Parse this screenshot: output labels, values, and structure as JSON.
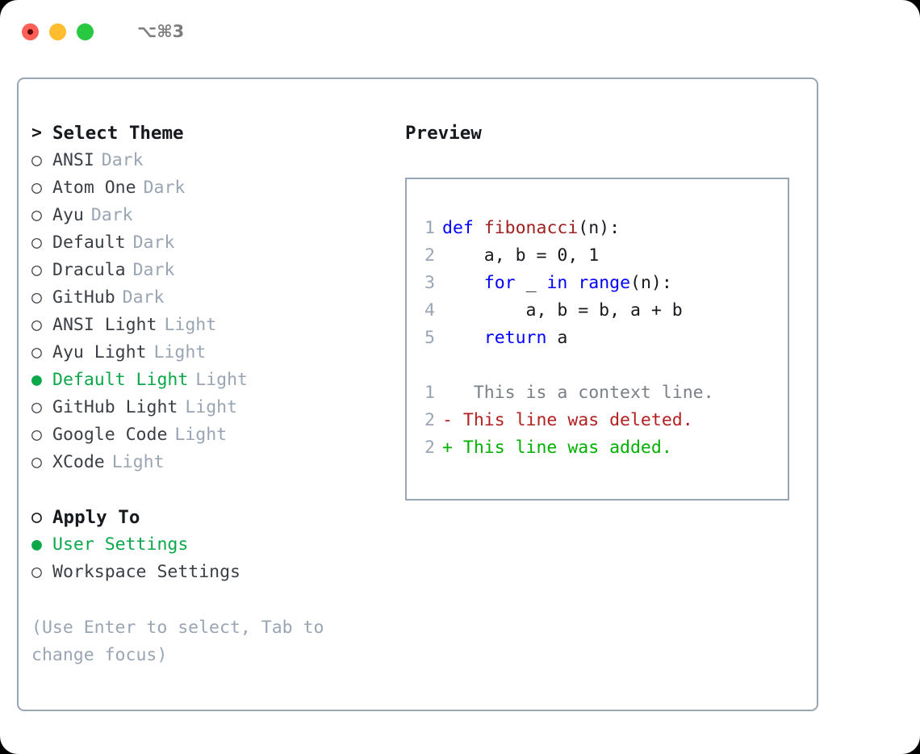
{
  "titlebar": {
    "shortcut": "⌥⌘3",
    "lights": [
      {
        "name": "close",
        "color": "#ff5f57"
      },
      {
        "name": "minimize",
        "color": "#febc2e"
      },
      {
        "name": "zoom",
        "color": "#28c840"
      }
    ]
  },
  "colors": {
    "selected_green": "#0aa84a",
    "muted": "#9aa5b4",
    "text": "#3a3f46",
    "keyword_blue": "#0000ff",
    "function_red": "#a02020",
    "diff_added": "#00b000",
    "diff_deleted": "#b32020",
    "border": "#9aa5b4"
  },
  "theme_picker": {
    "heading": "Select Theme",
    "heading_marker": ">",
    "marker_selected": "●",
    "marker_unselected": "○",
    "items": [
      {
        "label": "ANSI",
        "variant": "Dark",
        "selected": false
      },
      {
        "label": "Atom One",
        "variant": "Dark",
        "selected": false
      },
      {
        "label": "Ayu",
        "variant": "Dark",
        "selected": false
      },
      {
        "label": "Default",
        "variant": "Dark",
        "selected": false
      },
      {
        "label": "Dracula",
        "variant": "Dark",
        "selected": false
      },
      {
        "label": "GitHub",
        "variant": "Dark",
        "selected": false
      },
      {
        "label": "ANSI Light",
        "variant": "Light",
        "selected": false
      },
      {
        "label": "Ayu Light",
        "variant": "Light",
        "selected": false
      },
      {
        "label": "Default Light",
        "variant": "Light",
        "selected": true
      },
      {
        "label": "GitHub Light",
        "variant": "Light",
        "selected": false
      },
      {
        "label": "Google Code",
        "variant": "Light",
        "selected": false
      },
      {
        "label": "XCode",
        "variant": "Light",
        "selected": false
      }
    ]
  },
  "apply_to": {
    "heading": "Apply To",
    "items": [
      {
        "label": "User Settings",
        "selected": true
      },
      {
        "label": "Workspace Settings",
        "selected": false
      }
    ]
  },
  "hint": "(Use Enter to select, Tab to change focus)",
  "preview": {
    "title": "Preview",
    "code_lines": [
      {
        "number": "1",
        "segments": [
          {
            "text": "def ",
            "style": "kw"
          },
          {
            "text": "fibonacci",
            "style": "fn"
          },
          {
            "text": "(n):",
            "style": "plain"
          }
        ]
      },
      {
        "number": "2",
        "segments": [
          {
            "text": "    a, b = 0, 1",
            "style": "plain"
          }
        ]
      },
      {
        "number": "3",
        "segments": [
          {
            "text": "    ",
            "style": "plain"
          },
          {
            "text": "for",
            "style": "kw"
          },
          {
            "text": " _ ",
            "style": "plain"
          },
          {
            "text": "in",
            "style": "kw"
          },
          {
            "text": " ",
            "style": "plain"
          },
          {
            "text": "range",
            "style": "kw"
          },
          {
            "text": "(n):",
            "style": "plain"
          }
        ]
      },
      {
        "number": "4",
        "segments": [
          {
            "text": "        a, b = b, a + b",
            "style": "plain"
          }
        ]
      },
      {
        "number": "5",
        "segments": [
          {
            "text": "    ",
            "style": "plain"
          },
          {
            "text": "return",
            "style": "kw"
          },
          {
            "text": " a",
            "style": "plain"
          }
        ]
      }
    ],
    "diff_lines": [
      {
        "number": "1",
        "sign": " ",
        "text": "  This is a context line.",
        "kind": "context"
      },
      {
        "number": "2",
        "sign": "-",
        "text": " This line was deleted.",
        "kind": "deleted"
      },
      {
        "number": "2",
        "sign": "+",
        "text": " This line was added.",
        "kind": "added"
      }
    ]
  }
}
